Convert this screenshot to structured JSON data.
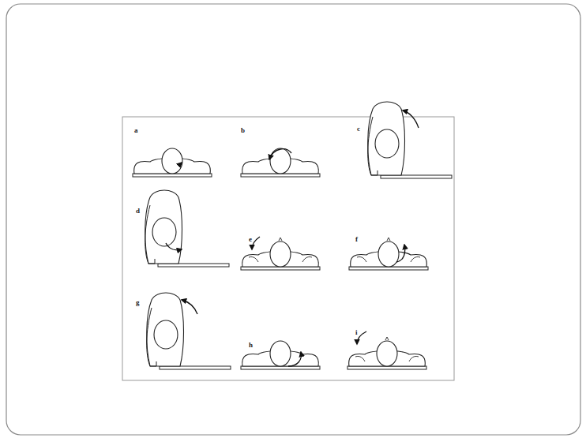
{
  "diagram": {
    "labels": [
      "a",
      "b",
      "c",
      "d",
      "e",
      "f",
      "g",
      "h",
      "i"
    ]
  }
}
